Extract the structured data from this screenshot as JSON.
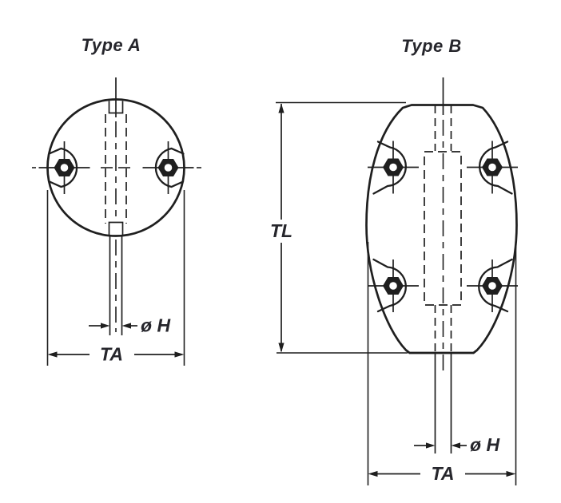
{
  "drawing": {
    "background_color": "#ffffff",
    "line_color": "#1f1f1f",
    "text_color": "#26262c",
    "type_a": {
      "title": "Type A",
      "dim_shaft_diameter": "ø H",
      "dim_width": "TA"
    },
    "type_b": {
      "title": "Type B",
      "dim_total_length": "TL",
      "dim_shaft_diameter": "ø H",
      "dim_width": "TA"
    }
  }
}
